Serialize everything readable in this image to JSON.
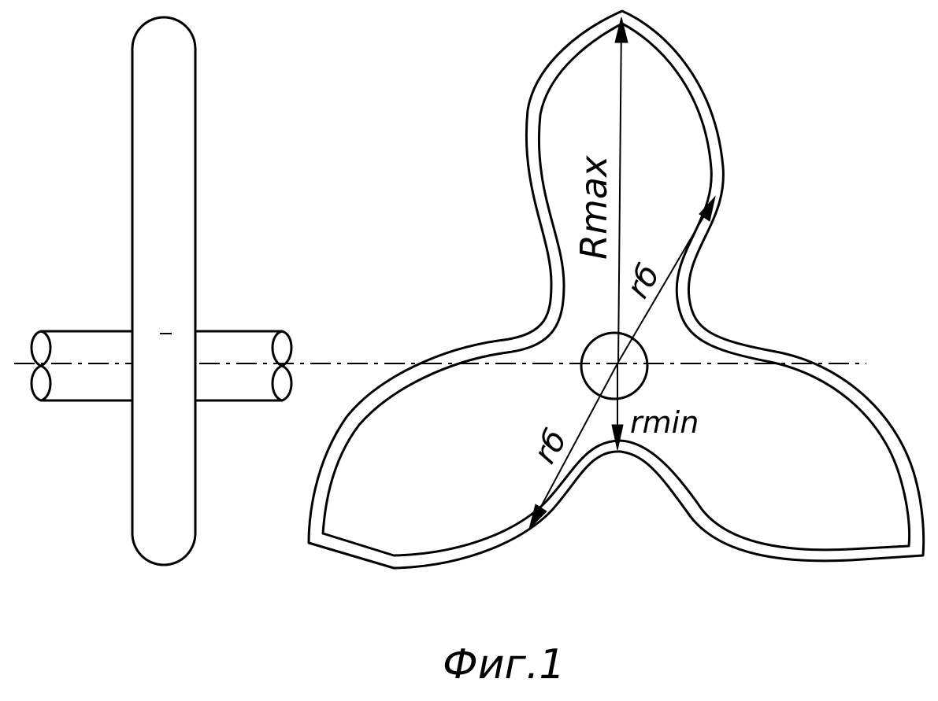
{
  "labels": {
    "r_max": "Rmax",
    "r_b_upper": "rб",
    "r_b_lower": "rб",
    "r_min": "rmin",
    "caption": "Фиг.1"
  }
}
